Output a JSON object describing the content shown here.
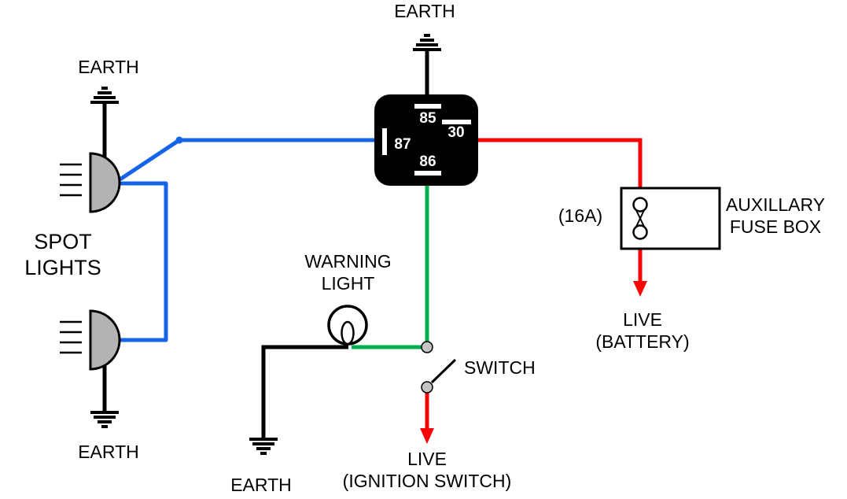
{
  "labels": {
    "earth_top": "EARTH",
    "earth_spot_top": "EARTH",
    "earth_spot_bottom": "EARTH",
    "earth_warning": "EARTH",
    "spot_lights": "SPOT\nLIGHTS",
    "warning_light": "WARNING\nLIGHT",
    "switch": "SWITCH",
    "live_ignition": "LIVE\n(IGNITION SWITCH)",
    "live_battery": "LIVE\n(BATTERY)",
    "fuse_rating": "(16A)",
    "aux_fuse_box": "AUXILLARY\nFUSE BOX"
  },
  "relay": {
    "terminal_top": "85",
    "terminal_right": "30",
    "terminal_left": "87",
    "terminal_bottom": "86"
  },
  "colors": {
    "wire_blue": "#1565e6",
    "wire_red": "#f70505",
    "wire_green": "#00b050",
    "wire_black": "#000000",
    "relay_black": "#000000",
    "light_gray": "#b3b3b3",
    "contact_gray": "#c4c4c4",
    "box_white": "#ffffff"
  }
}
